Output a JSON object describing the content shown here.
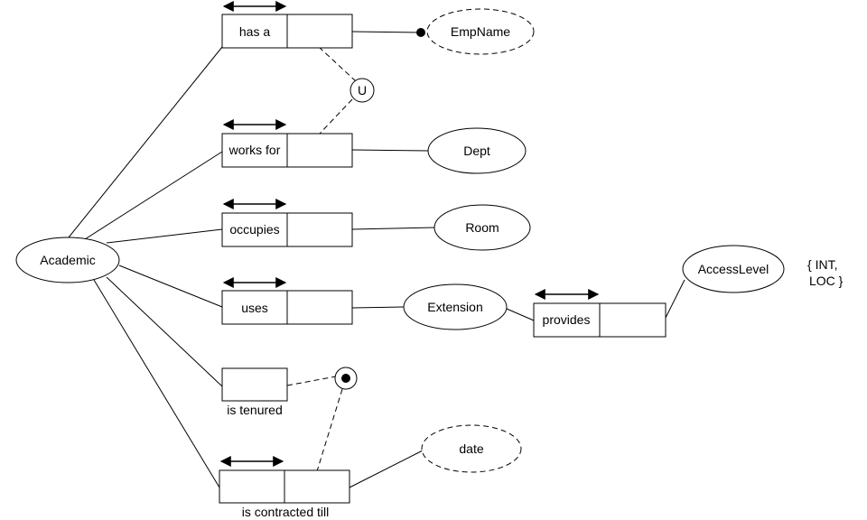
{
  "diagram": {
    "entities": {
      "academic": "Academic",
      "empname": "EmpName",
      "dept": "Dept",
      "room": "Room",
      "extension": "Extension",
      "accesslevel": "AccessLevel",
      "date": "date"
    },
    "roles": {
      "has_a": "has a",
      "works_for": "works for",
      "occupies": "occupies",
      "uses": "uses",
      "provides": "provides",
      "is_tenured": "is tenured",
      "is_contracted_till": "is contracted till"
    },
    "constraints": {
      "union_symbol": "U",
      "value_constraint_line1": "{ INT,",
      "value_constraint_line2": "LOC }"
    }
  }
}
